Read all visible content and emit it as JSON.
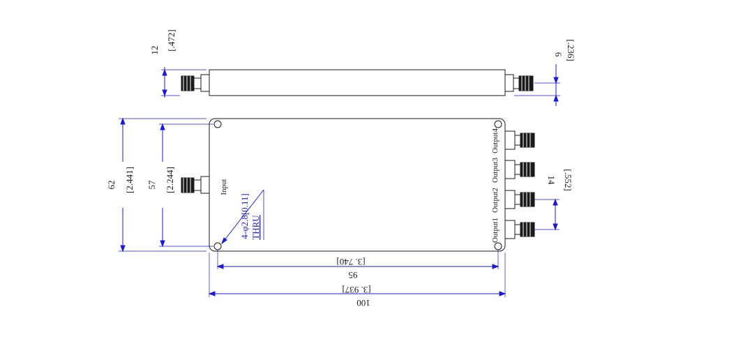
{
  "dimensions": {
    "side_height": "12",
    "side_height_in": "[.472]",
    "connector_offset": "6",
    "connector_offset_in": "[.236]",
    "body_height": "62",
    "body_height_in": "[2.441]",
    "hole_spacing_v": "57",
    "hole_spacing_v_in": "[2.244]",
    "output_pitch": "14",
    "output_pitch_in": "[.552]",
    "hole_spacing_h": "95",
    "hole_spacing_h_in": "[3. 740]",
    "body_length": "100",
    "body_length_in": "[3. 937]"
  },
  "labels": {
    "input": "Input",
    "output1": "Output1",
    "output2": "Output2",
    "output3": "Output3",
    "output4": "Output4"
  },
  "note": {
    "hole_spec": "4-φ2.8[0.11]",
    "hole_thru": "THRU"
  },
  "colors": {
    "outline": "#1a1a1a",
    "dimension": "#1a1adc"
  }
}
